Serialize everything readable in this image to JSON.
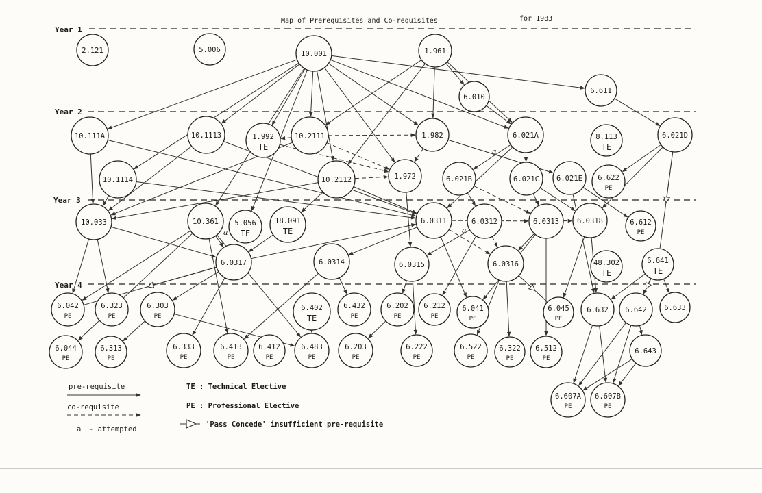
{
  "title": "Map of Prerequisites and Co-requisites",
  "year_of_map": "for 1983",
  "years": [
    {
      "label": "Year 1"
    },
    {
      "label": "Year 2"
    },
    {
      "label": "Year 3"
    },
    {
      "label": "Year 4"
    }
  ],
  "nodes": [
    {
      "id": "2.121",
      "label": "2.121",
      "tag": ""
    },
    {
      "id": "5.006",
      "label": "5.006",
      "tag": ""
    },
    {
      "id": "10.001",
      "label": "10.001",
      "tag": ""
    },
    {
      "id": "1.961",
      "label": "1.961",
      "tag": ""
    },
    {
      "id": "6.010",
      "label": "6.010",
      "tag": ""
    },
    {
      "id": "6.611",
      "label": "6.611",
      "tag": ""
    },
    {
      "id": "10.111A",
      "label": "10.111A",
      "tag": ""
    },
    {
      "id": "10.1113",
      "label": "10.1113",
      "tag": ""
    },
    {
      "id": "1.992",
      "label": "1.992",
      "tag": "TE"
    },
    {
      "id": "10.2111",
      "label": "10.2111",
      "tag": ""
    },
    {
      "id": "1.982",
      "label": "1.982",
      "tag": ""
    },
    {
      "id": "6.021A",
      "label": "6.021A",
      "tag": ""
    },
    {
      "id": "8.113",
      "label": "8.113",
      "tag": "TE"
    },
    {
      "id": "6.021D",
      "label": "6.021D",
      "tag": ""
    },
    {
      "id": "10.1114",
      "label": "10.1114",
      "tag": ""
    },
    {
      "id": "10.2112",
      "label": "10.2112",
      "tag": ""
    },
    {
      "id": "1.972",
      "label": "1.972",
      "tag": ""
    },
    {
      "id": "6.021B",
      "label": "6.021B",
      "tag": ""
    },
    {
      "id": "6.021C",
      "label": "6.021C",
      "tag": ""
    },
    {
      "id": "6.021E",
      "label": "6.021E",
      "tag": ""
    },
    {
      "id": "6.622",
      "label": "6.622",
      "tag": "PE"
    },
    {
      "id": "10.033",
      "label": "10.033",
      "tag": ""
    },
    {
      "id": "10.361",
      "label": "10.361",
      "tag": ""
    },
    {
      "id": "5.056",
      "label": "5.056",
      "tag": "TE"
    },
    {
      "id": "18.091",
      "label": "18.091",
      "tag": "TE"
    },
    {
      "id": "6.0311",
      "label": "6.0311",
      "tag": ""
    },
    {
      "id": "6.0312",
      "label": "6.0312",
      "tag": ""
    },
    {
      "id": "6.0313",
      "label": "6.0313",
      "tag": ""
    },
    {
      "id": "6.0318",
      "label": "6.0318",
      "tag": ""
    },
    {
      "id": "6.612",
      "label": "6.612",
      "tag": "PE"
    },
    {
      "id": "6.0317",
      "label": "6.0317",
      "tag": ""
    },
    {
      "id": "6.0314",
      "label": "6.0314",
      "tag": ""
    },
    {
      "id": "6.0315",
      "label": "6.0315",
      "tag": ""
    },
    {
      "id": "6.0316",
      "label": "6.0316",
      "tag": ""
    },
    {
      "id": "48.302",
      "label": "48.302",
      "tag": "TE"
    },
    {
      "id": "6.641",
      "label": "6.641",
      "tag": "TE"
    },
    {
      "id": "6.042",
      "label": "6.042",
      "tag": "PE"
    },
    {
      "id": "6.323",
      "label": "6.323",
      "tag": "PE"
    },
    {
      "id": "6.303",
      "label": "6.303",
      "tag": "PE"
    },
    {
      "id": "6.402",
      "label": "6.402",
      "tag": "TE"
    },
    {
      "id": "6.432",
      "label": "6.432",
      "tag": "PE"
    },
    {
      "id": "6.202",
      "label": "6.202",
      "tag": "PE"
    },
    {
      "id": "6.212",
      "label": "6.212",
      "tag": "PE"
    },
    {
      "id": "6.041",
      "label": "6.041",
      "tag": "PE"
    },
    {
      "id": "6.045",
      "label": "6.045",
      "tag": "PE"
    },
    {
      "id": "6.632",
      "label": "6.632",
      "tag": ""
    },
    {
      "id": "6.642",
      "label": "6.642",
      "tag": ""
    },
    {
      "id": "6.633",
      "label": "6.633",
      "tag": ""
    },
    {
      "id": "6.044",
      "label": "6.044",
      "tag": "PE"
    },
    {
      "id": "6.313",
      "label": "6.313",
      "tag": "PE"
    },
    {
      "id": "6.333",
      "label": "6.333",
      "tag": "PE"
    },
    {
      "id": "6.413",
      "label": "6.413",
      "tag": "PE"
    },
    {
      "id": "6.412",
      "label": "6.412",
      "tag": "PE"
    },
    {
      "id": "6.483",
      "label": "6.483",
      "tag": "PE"
    },
    {
      "id": "6.203",
      "label": "6.203",
      "tag": "PE"
    },
    {
      "id": "6.222",
      "label": "6.222",
      "tag": "PE"
    },
    {
      "id": "6.522",
      "label": "6.522",
      "tag": "PE"
    },
    {
      "id": "6.322",
      "label": "6.322",
      "tag": "PE"
    },
    {
      "id": "6.512",
      "label": "6.512",
      "tag": "PE"
    },
    {
      "id": "6.643",
      "label": "6.643",
      "tag": ""
    },
    {
      "id": "6.607A",
      "label": "6.607A",
      "tag": "PE"
    },
    {
      "id": "6.607B",
      "label": "6.607B",
      "tag": "PE"
    }
  ],
  "attempted_marker": "a",
  "legend": {
    "prerequisite": "pre-requisite",
    "corequisite": "co-requisite",
    "attempted_symbol": "a",
    "attempted": "- attempted",
    "te": "TE : Technical Elective",
    "pe": "PE : Professional Elective",
    "pass_concede": "'Pass Concede' insufficient pre-requisite"
  }
}
